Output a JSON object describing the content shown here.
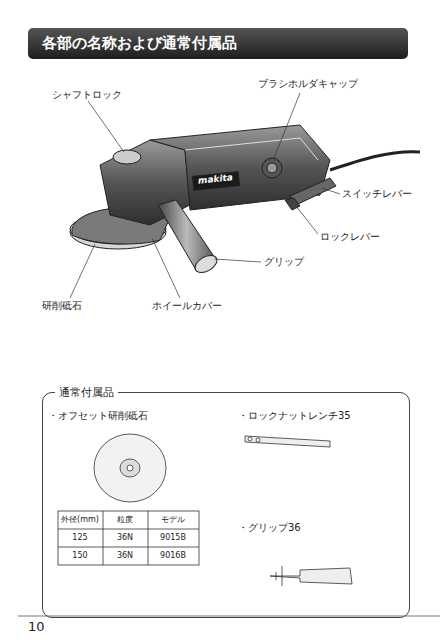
{
  "diagram": {
    "nodes": [
      {
        "text": [
          "各部の名称および通常付属品"
        ]
      },
      {
        "text": [
          "通常付属品"
        ]
      }
    ],
    "labels": [
      "シャフトロック",
      "ブラシホルダキャップ",
      "スイッチレバー",
      "ロックレバー",
      "グリップ",
      "研削砥石",
      "ホイールカバー",
      "makita",
      "・オフセット研削砥石",
      "・ロックナットレンチ35",
      "・グリップ36",
      "外径(mm)",
      "粒度",
      "モデル",
      "125",
      "36N",
      "9015B",
      "150",
      "36N",
      "9016B",
      "10"
    ]
  }
}
